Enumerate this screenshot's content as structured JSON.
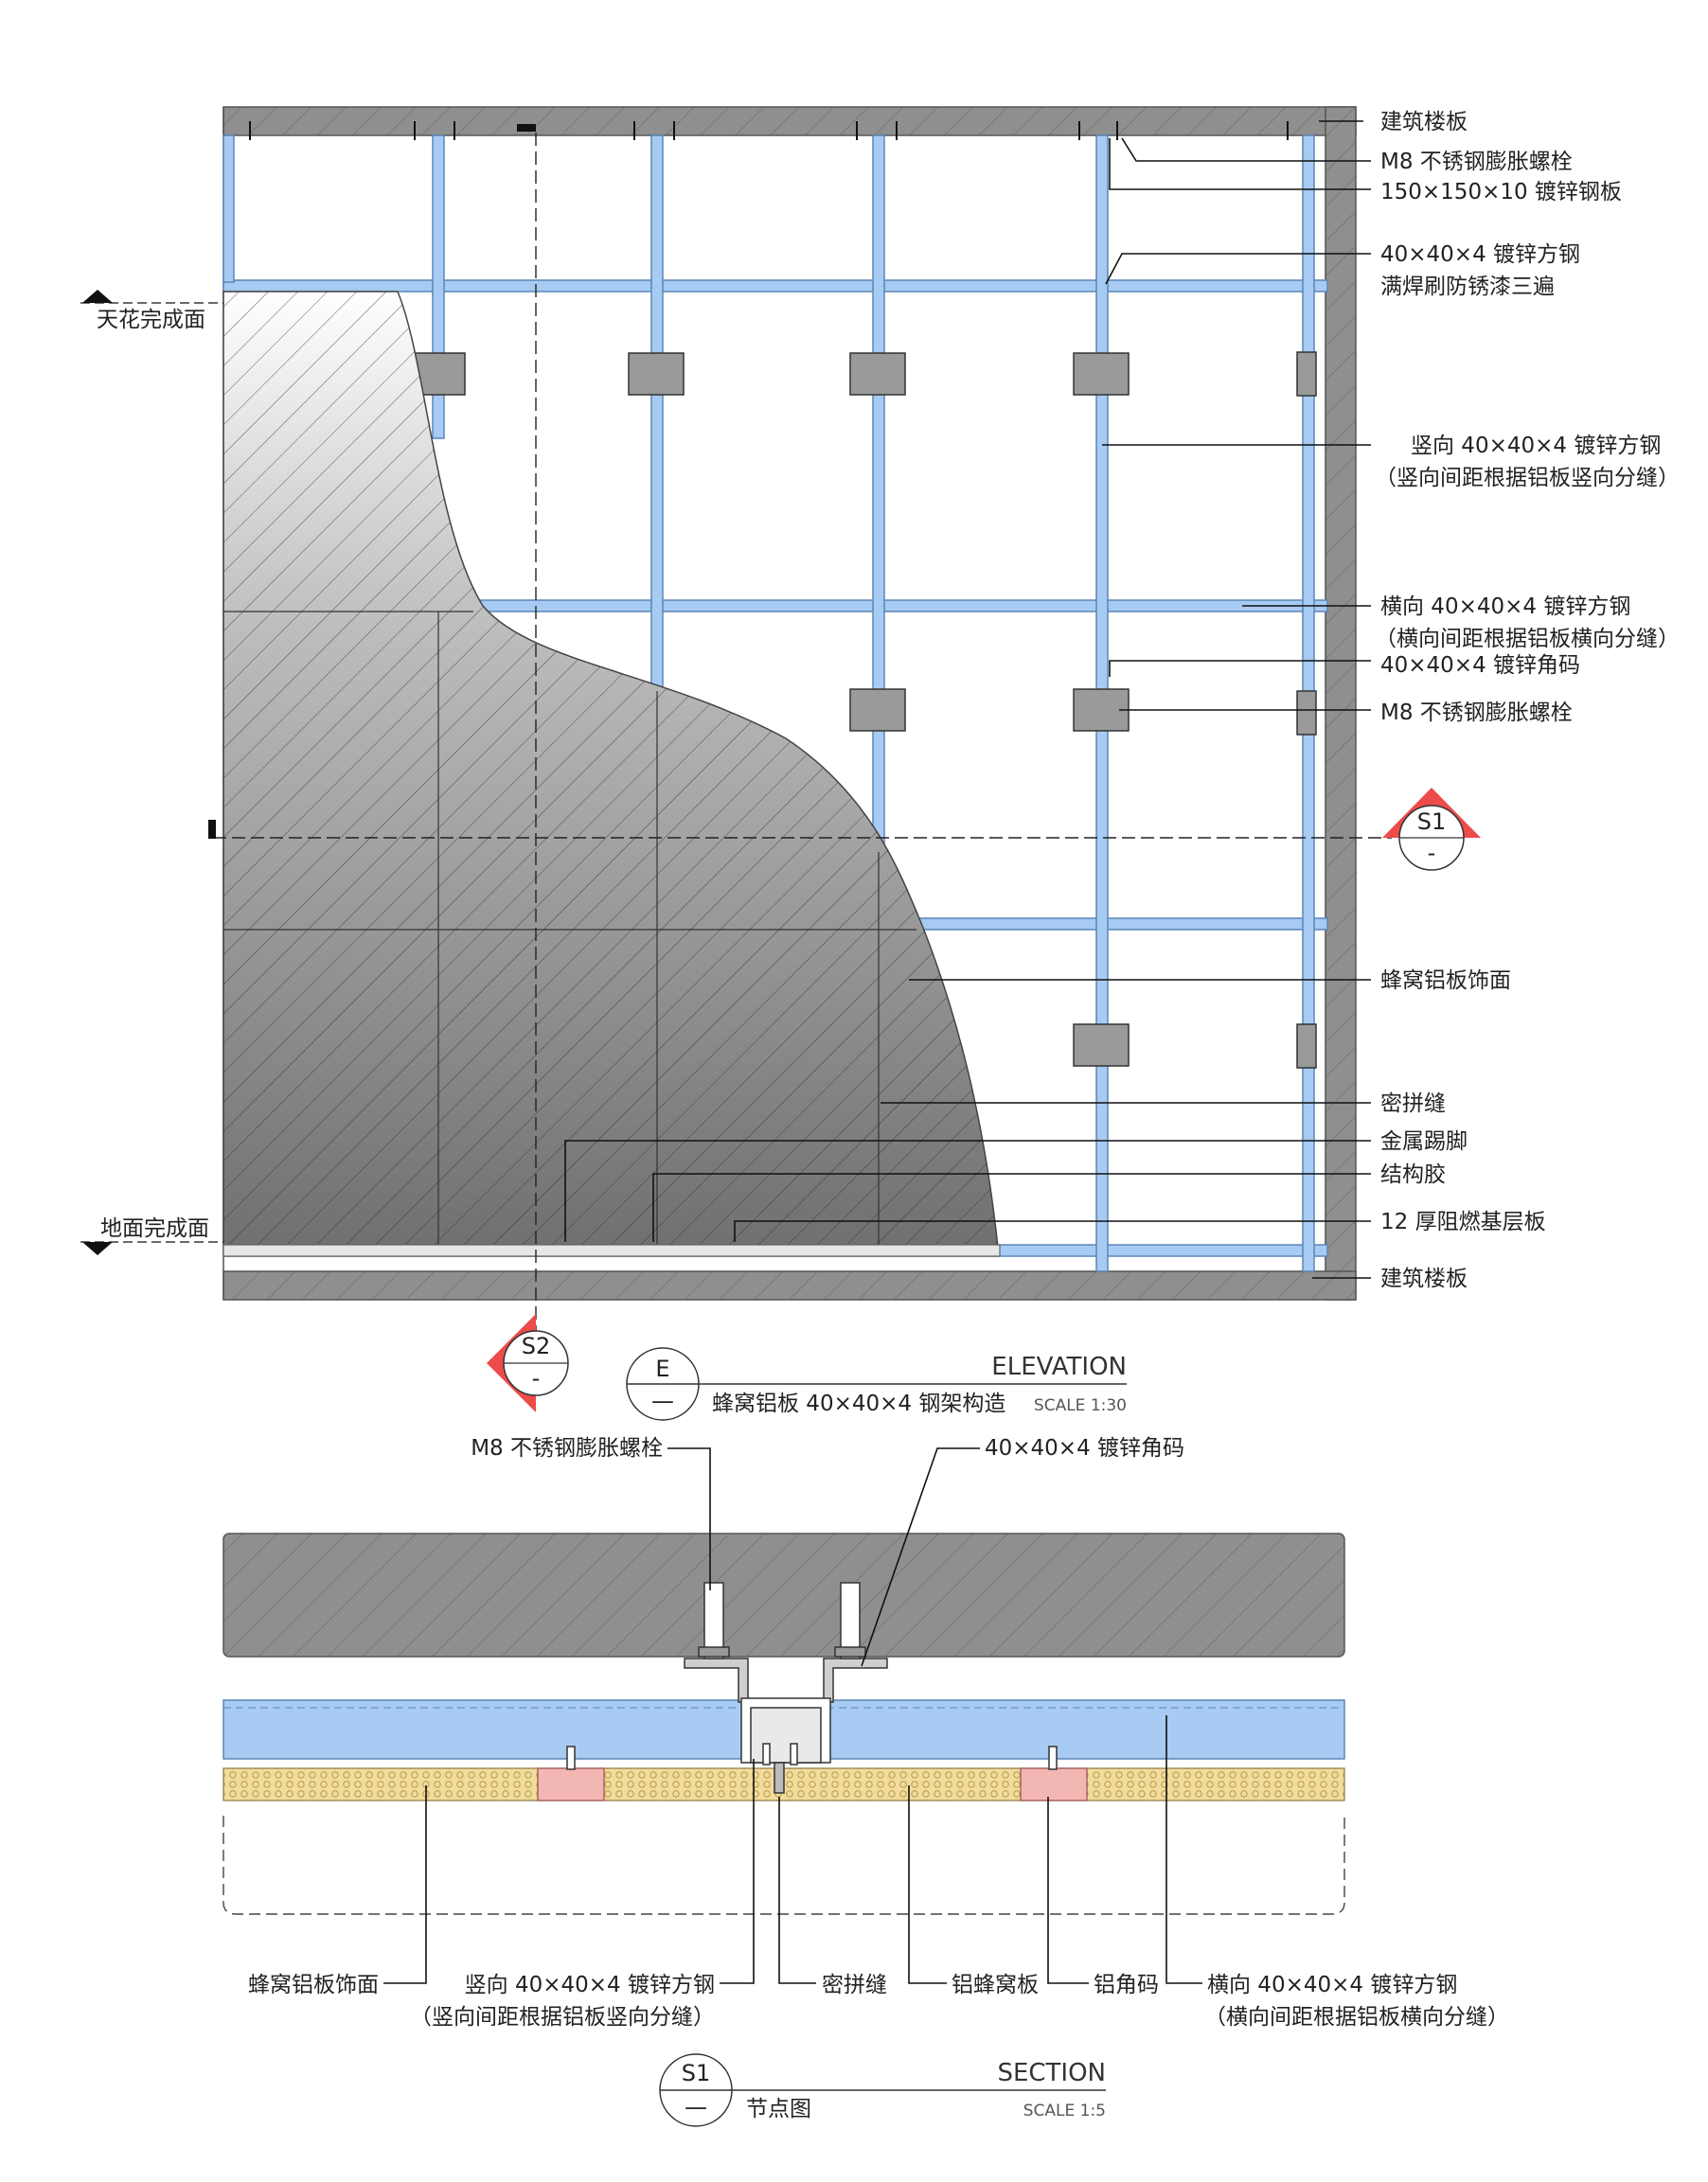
{
  "elevation": {
    "tag_letter": "E",
    "tag_sub": "—",
    "title_en": "ELEVATION",
    "title_cn": "蜂窝铝板 40×40×4 钢架构造",
    "scale": "SCALE 1:30",
    "level_ceiling": "天花完成面",
    "level_floor": "地面完成面",
    "section_marker_s1": {
      "id": "S1",
      "sub": "-"
    },
    "section_marker_s2": {
      "id": "S2",
      "sub": "-"
    },
    "labels": [
      "建筑楼板",
      "M8 不锈钢膨胀螺栓",
      "150×150×10 镀锌钢板",
      "40×40×4 镀锌方钢",
      "满焊刷防锈漆三遍",
      "竖向 40×40×4 镀锌方钢",
      "（竖向间距根据铝板竖向分缝）",
      "横向 40×40×4 镀锌方钢",
      "（横向间距根据铝板横向分缝）",
      "40×40×4 镀锌角码",
      "M8 不锈钢膨胀螺栓",
      "蜂窝铝板饰面",
      "密拼缝",
      "金属踢脚",
      "结构胶",
      "12 厚阻燃基层板",
      "建筑楼板"
    ]
  },
  "section": {
    "tag_letter": "S1",
    "tag_sub": "—",
    "title_en": "SECTION",
    "title_cn": "节点图",
    "scale": "SCALE 1:5",
    "top_labels": [
      "M8 不锈钢膨胀螺栓",
      "40×40×4 镀锌角码"
    ],
    "bottom_labels": [
      "蜂窝铝板饰面",
      "竖向 40×40×4 镀锌方钢",
      "（竖向间距根据铝板竖向分缝）",
      "密拼缝",
      "铝蜂窝板",
      "铝角码",
      "横向 40×40×4 镀锌方钢",
      "（横向间距根据铝板横向分缝）"
    ]
  },
  "colors": {
    "steel_blue": "#a7cbf2",
    "honeycomb": "#f1dc9c",
    "bracket_pink": "#f3b7b3",
    "marker_red": "#ee4b4b"
  }
}
